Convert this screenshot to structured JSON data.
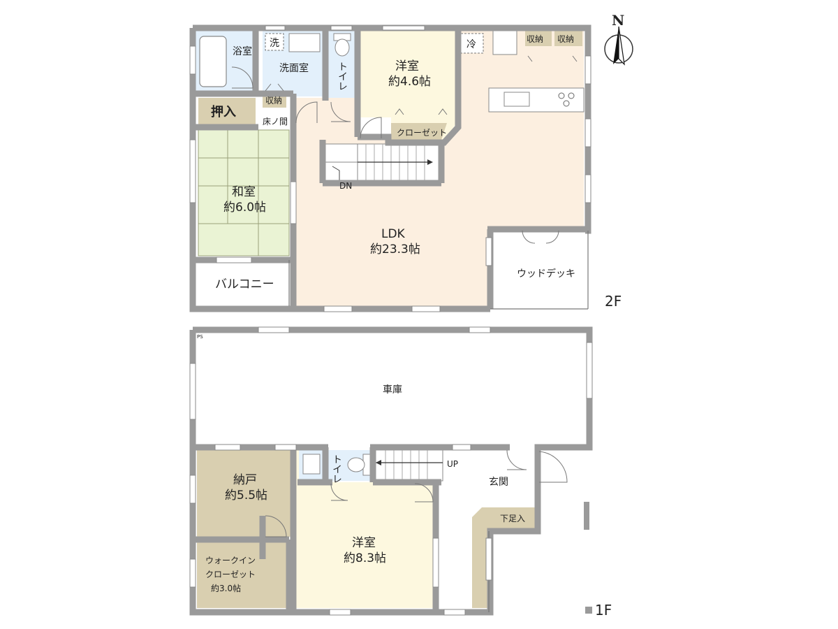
{
  "compass": {
    "north_label": "N"
  },
  "floor2": {
    "floor_label": "2F",
    "rooms": {
      "bath": "浴室",
      "washer": "洗",
      "washroom": "洗面室",
      "toilet": "トイレ",
      "western_name": "洋室",
      "western_size": "約4.6帖",
      "fridge": "冷",
      "storage_a": "収納",
      "storage_b": "収納",
      "storage_c": "収納",
      "oshiire": "押入",
      "tokonoma": "床ノ間",
      "closet": "クローゼット",
      "washitsu_name": "和室",
      "washitsu_size": "約6.0帖",
      "stairs_dn": "DN",
      "ldk_name": "LDK",
      "ldk_size": "約23.3帖",
      "balcony": "バルコニー",
      "wood_deck": "ウッドデッキ"
    }
  },
  "floor1": {
    "floor_label": "1F",
    "rooms": {
      "ps": "PS",
      "garage": "車庫",
      "storeroom_name": "納戸",
      "storeroom_size": "約5.5帖",
      "toilet": "トイレ",
      "stairs_up": "UP",
      "entrance": "玄関",
      "shoe_step": "下足入",
      "wic_line1": "ウォークイン",
      "wic_line2": "クローゼット",
      "wic_size": "約3.0帖",
      "western_name": "洋室",
      "western_size": "約8.3帖"
    }
  },
  "colors": {
    "washitsu": "#eaf3d4",
    "ldk": "#fcefe0",
    "western": "#fdf8df",
    "wet_area": "#e3f0fb",
    "storage": "#d9cfb0",
    "wall": "#9a9a9a"
  }
}
